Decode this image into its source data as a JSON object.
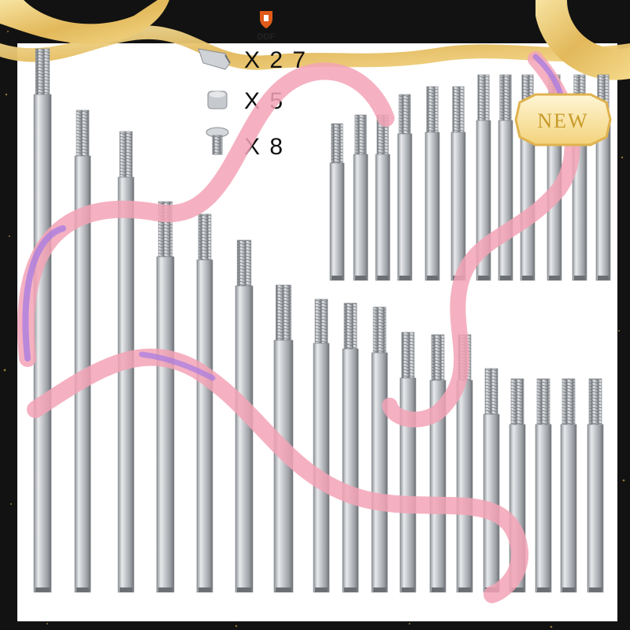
{
  "brand": {
    "name": "DDF"
  },
  "badge": {
    "label": "NEW",
    "color": "#f0c040",
    "text_color": "#c79a2a"
  },
  "legend": [
    {
      "icon": "screwdriver-bit-icon",
      "quantity": "X 2 7"
    },
    {
      "icon": "nut-icon",
      "quantity": "X 5"
    },
    {
      "icon": "screw-icon",
      "quantity": "X 8"
    }
  ],
  "colors": {
    "background_frame": "#111111",
    "panel": "#ffffff",
    "ribbon_pink": "#f3a3b6",
    "ribbon_purple": "#a57be3",
    "gold": "#e9c46a",
    "steel": "#c9ccd0"
  }
}
